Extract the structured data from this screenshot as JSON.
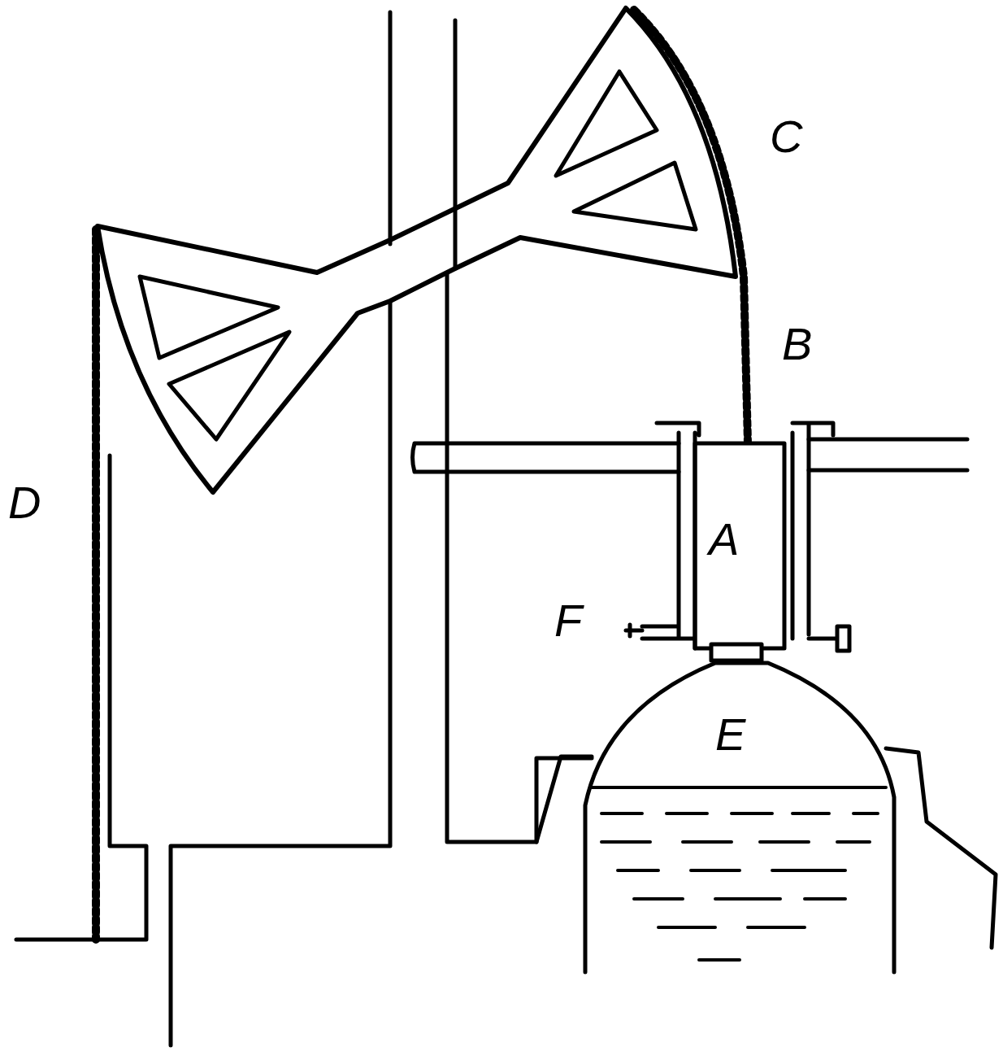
{
  "diagram": {
    "labels": [
      "C",
      "B",
      "D",
      "A",
      "F",
      "E"
    ]
  }
}
